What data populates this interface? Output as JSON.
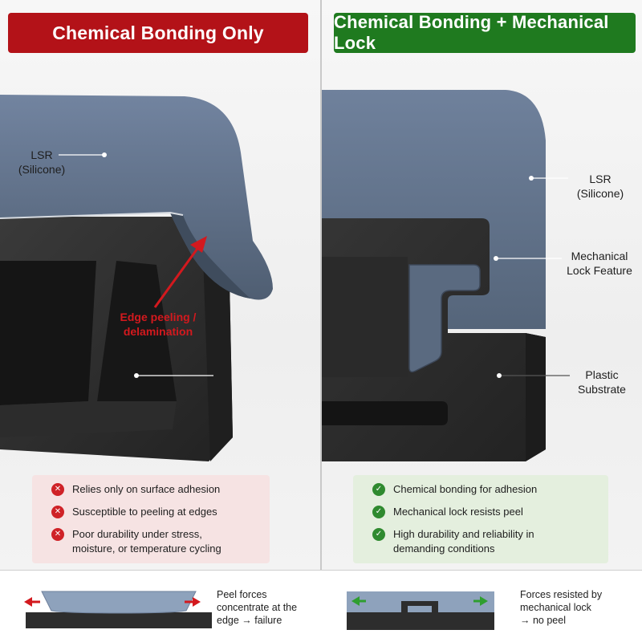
{
  "left": {
    "title": "Chemical Bonding Only",
    "lsr_label": "LSR",
    "lsr_sub": "(Silicone)",
    "peel_label_1": "Edge peeling /",
    "peel_label_2": "delamination",
    "items": [
      [
        "Relies only on surface adhesion"
      ],
      [
        "Susceptible to peeling at edges"
      ],
      [
        "Poor durability under stress,",
        "moisture, or temperature cycling"
      ]
    ],
    "bottom_text": [
      "Peel forces",
      "concentrate at the",
      "edge → failure"
    ]
  },
  "right": {
    "title": "Chemical Bonding + Mechanical Lock",
    "lsr_label": "LSR",
    "lsr_sub": "(Silicone)",
    "lock_label": [
      "Mechanical",
      "Lock Feature"
    ],
    "substrate_label": [
      "Plastic",
      "Substrate"
    ],
    "items": [
      [
        "Chemical bonding for adhesion"
      ],
      [
        "Mechanical lock resists peel"
      ],
      [
        "High durability and reliability in",
        "demanding conditions"
      ]
    ],
    "bottom_text": [
      "Forces resisted by",
      "mechanical lock",
      "→ no peel"
    ]
  },
  "colors": {
    "fail_red": "#b31218",
    "success_green": "#1f7a1f",
    "silicone": "#5d6d82",
    "plastic": "#2b2b2b"
  },
  "icons": {
    "fail": "x-circle-icon",
    "pass": "check-circle-icon"
  }
}
